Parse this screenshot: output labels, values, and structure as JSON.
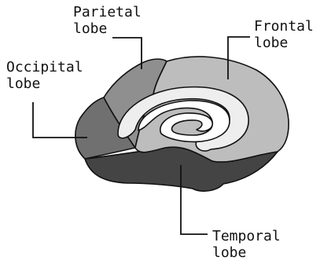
{
  "labels": {
    "parietal": "Parietal\nlobe",
    "frontal": "Frontal\nlobe",
    "occipital": "Occipital\nlobe",
    "temporal": "Temporal\nlobe"
  },
  "colors": {
    "parietal": "#8f8f8f",
    "frontal": "#bdbdbd",
    "occipital": "#707070",
    "temporal": "#444444",
    "inner_band": "#eeeeee",
    "inner_ring": "#ffffff",
    "outline": "#111111"
  }
}
